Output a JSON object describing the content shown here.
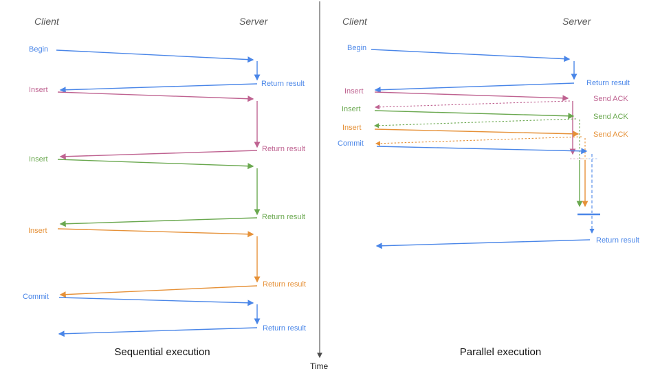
{
  "colors": {
    "blue": "#4a86e8",
    "pink": "#bf6391",
    "green": "#6aa84f",
    "orange": "#e69138",
    "axis": "#4d4d4d",
    "actor_text": "#595959",
    "caption_text": "#111111"
  },
  "axis": {
    "label": "Time"
  },
  "left": {
    "title": "Sequential execution",
    "client": "Client",
    "server": "Server",
    "ops": [
      {
        "label": "Begin",
        "color": "blue",
        "result": "Return result",
        "style": "solid"
      },
      {
        "label": "Insert",
        "color": "pink",
        "result": "Return result",
        "style": "solid"
      },
      {
        "label": "Insert",
        "color": "green",
        "result": "Return result",
        "style": "solid"
      },
      {
        "label": "Insert",
        "color": "orange",
        "result": "Return result",
        "style": "solid"
      },
      {
        "label": "Commit",
        "color": "blue",
        "result": "Return result",
        "style": "solid"
      }
    ]
  },
  "right": {
    "title": "Parallel execution",
    "client": "Client",
    "server": "Server",
    "ops": [
      {
        "label": "Begin",
        "color": "blue",
        "result": "Return result",
        "style": "solid"
      },
      {
        "label": "Insert",
        "color": "pink",
        "result": "Send ACK",
        "style": "ack-then-queue"
      },
      {
        "label": "Insert",
        "color": "green",
        "result": "Send ACK",
        "style": "ack-then-queue"
      },
      {
        "label": "Insert",
        "color": "orange",
        "result": "Send ACK",
        "style": "ack-then-queue"
      },
      {
        "label": "Commit",
        "color": "blue",
        "result": "Return result",
        "style": "wait-barrier"
      }
    ]
  }
}
